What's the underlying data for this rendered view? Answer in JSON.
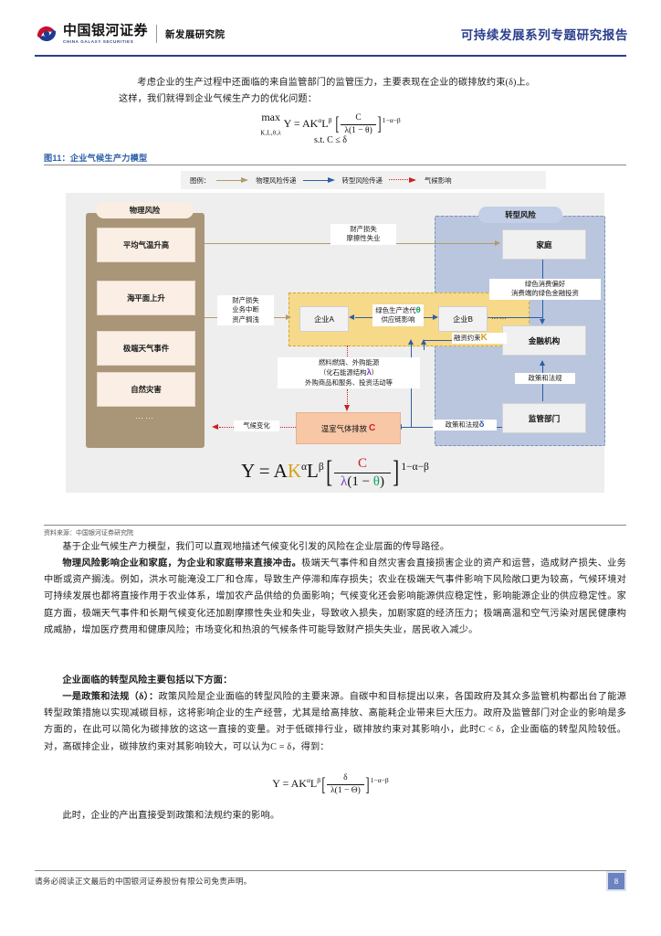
{
  "header": {
    "brand_cn": "中国银河证券",
    "brand_en": "CHINA GALAXY SECURITIES",
    "brand_sub": "新发展研究院",
    "report_title": "可持续发展系列专题研究报告"
  },
  "intro": {
    "line1": "考虑企业的生产过程中还面临的来自监管部门的监管压力，主要表现在企业的碳排放约束(δ)上。",
    "line2": "这样，我们就得到企业气候生产力的优化问题："
  },
  "formula_top": {
    "max_label": "max",
    "max_sub": "K,L,θ,λ",
    "lhs": "Y = AK",
    "alpha": "α",
    "l": "L",
    "beta": "β",
    "numerator": "C",
    "denominator_lambda": "λ",
    "denominator_rest": "(1 − ",
    "theta": "θ",
    "denominator_close": ")",
    "exponent": "1−α−β",
    "constraint": "s.t. C ≤ δ"
  },
  "figure": {
    "title": "图11：企业气候生产力模型",
    "source": "资料来源：中国银河证券研究院",
    "legend": {
      "label": "图例：",
      "items": [
        {
          "name": "物理风险传递",
          "color": "#b49a6a",
          "style": "solid"
        },
        {
          "name": "转型风险传递",
          "color": "#2e5fa3",
          "style": "solid"
        },
        {
          "name": "气候影响",
          "color": "#cc2020",
          "style": "dotted"
        }
      ]
    },
    "physical_risk": {
      "tag": "物理风险",
      "items": [
        "平均气温升高",
        "海平面上升",
        "极端天气事件",
        "自然灾害"
      ],
      "ellipsis": "……"
    },
    "transition_risk": {
      "tag": "转型风险",
      "boxes": [
        "家庭",
        "金融机构",
        "监管部门"
      ]
    },
    "firms": {
      "firm_a": "企业A",
      "firm_b": "企业B",
      "dots": "……",
      "link_line1": "绿色生产迭代",
      "link_theta": "θ",
      "link_line2": "供应链影响"
    },
    "ghg": {
      "label": "温室气体排放",
      "var": "C"
    },
    "edge_labels": {
      "household_path_l1": "财产损失",
      "household_path_l2": "摩擦性失业",
      "firm_path_l1": "财产损失",
      "firm_path_l2": "业务中断",
      "firm_path_l3": "资产搁浅",
      "emission_l1": "燃料燃烧、外购能源",
      "emission_l2_pre": "（化石能源结构",
      "emission_lambda": "λ",
      "emission_l2_post": "）",
      "emission_l3": "外购商品和服务、投资活动等",
      "climate_change": "气候变化",
      "green_pref_l1": "绿色消费偏好",
      "green_pref_l2": "消费端的绿色金融投资",
      "financing": "融资约束",
      "financing_var": "K",
      "policy_fin": "政策和法规",
      "policy_firm": "政策和法规",
      "policy_firm_var": "δ"
    },
    "main_formula": {
      "lhs": "Y = A",
      "k": "K",
      "alpha": "α",
      "l": "L",
      "beta": "β",
      "numerator": "C",
      "den_lambda": "λ",
      "den_mid": "(1 − ",
      "den_theta": "θ",
      "den_close": ")",
      "exponent": "1−α−β"
    }
  },
  "body": {
    "p1": "基于企业气候生产力模型，我们可以直观地描述气候变化引发的风险在企业层面的传导路径。",
    "p2_bold": "物理风险影响企业和家庭，为企业和家庭带来直接冲击。",
    "p2_rest": "极端天气事件和自然灾害会直接损害企业的资产和运营，造成财产损失、业务中断或资产搁浅。例如，洪水可能淹没工厂和仓库，导致生产停滞和库存损失；农业在极端天气事件影响下风险敞口更为较高，气候环境对可持续发展也都将直接作用于农业体系，增加农产品供给的负面影响；气候变化还会影响能源供应稳定性，影响能源企业的供应稳定性。家庭方面，极端天气事件和长期气候变化还加剧摩擦性失业和失业，导致收入损失，加剧家庭的经济压力；极端高温和空气污染对居民健康构成威胁，增加医疗费用和健康风险；市场变化和热浪的气候条件可能导致财产损失失业，居民收入减少。",
    "p3_bold": "企业面临的转型风险主要包括以下方面：",
    "p4_bold": "一是政策和法规（δ）：",
    "p4_rest": "政策风险是企业面临的转型风险的主要来源。自碳中和目标提出以来，各国政府及其众多监管机构都出台了能源转型政策措施以实现减碳目标，这将影响企业的生产经营，尤其是给高排放、高能耗企业带来巨大压力。政府及监管部门对企业的影响是多方面的，在此可以简化为碳排放的这这一直接的变量。对于低碳排行业，碳排放约束对其影响小，此时C < δ，企业面临的转型风险较低。对，高碳排企业，碳排放约束对其影响较大，可以认为C = δ，得到：",
    "p5": "此时，企业的产出直接受到政策和法规约束的影响。"
  },
  "formula_bottom": {
    "lhs": "Y = AK",
    "alpha": "α",
    "l": "L",
    "beta": "β",
    "numerator": "δ",
    "den_lambda": "λ",
    "den_mid": "(1 − ",
    "den_theta": "Θ",
    "den_close": ")",
    "exponent": "1−α−β"
  },
  "footer": {
    "disclaimer": "请务必阅读正文最后的中国银河证券股份有限公司免责声明。",
    "page_number": "8"
  }
}
